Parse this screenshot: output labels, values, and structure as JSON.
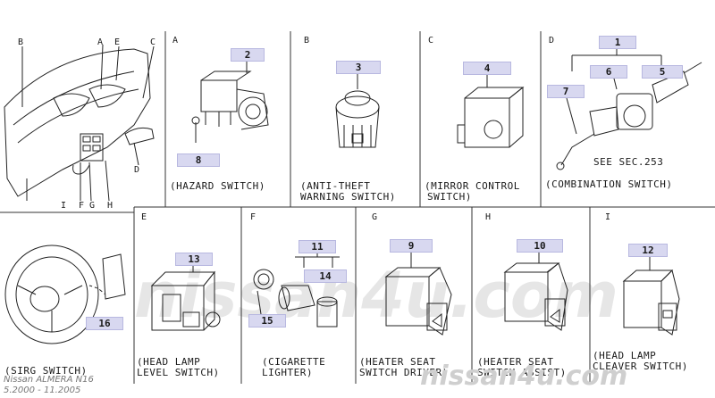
{
  "panel_letters": {
    "overview": [
      "B",
      "A",
      "E",
      "C",
      "D",
      "I",
      "F",
      "G",
      "H"
    ],
    "A": "A",
    "B": "B",
    "C": "C",
    "D": "D",
    "E": "E",
    "F": "F",
    "G": "G",
    "H": "H",
    "I": "I"
  },
  "captions": {
    "A": "(HAZARD SWITCH)",
    "B1": "(ANTI-THEFT",
    "B2": "WARNING SWITCH)",
    "C1": "(MIRROR CONTROL",
    "C2": "SWITCH)",
    "D": "(COMBINATION SWITCH)",
    "D_note": "SEE SEC.253",
    "srs": "(SIRG SWITCH)",
    "E1": "(HEAD LAMP",
    "E2": "LEVEL SWITCH)",
    "F1": "(CIGARETTE",
    "F2": "LIGHTER)",
    "G1": "(HEATER SEAT",
    "G2": "SWITCH DRIVER)",
    "H1": "(HEATER SEAT",
    "H2": "SWITCH ASSIST)",
    "I1": "(HEAD LAMP",
    "I2": "CLEAVER SWITCH)"
  },
  "callouts": {
    "c2": "2",
    "c8": "8",
    "c3": "3",
    "c4": "4",
    "c1": "1",
    "c6": "6",
    "c5": "5",
    "c7": "7",
    "c13": "13",
    "c11": "11",
    "c14": "14",
    "c15": "15",
    "c9": "9",
    "c10": "10",
    "c12": "12",
    "c16": "16"
  },
  "footer": {
    "model": "Nissan ALMERA N16",
    "dates": "5.2000 - 11.2005"
  },
  "watermark": {
    "main": "nissan4u.com",
    "corner": "nissan4u.com"
  }
}
